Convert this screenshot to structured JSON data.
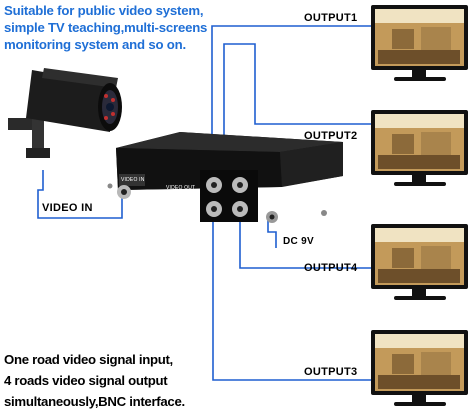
{
  "headline": {
    "lines": [
      "Suitable for public video system,",
      "simple TV teaching,multi-screens",
      "monitoring system and so on."
    ],
    "color": "#1f6fd6"
  },
  "caption": {
    "lines": [
      "One road video signal input,",
      "4 roads video signal output",
      "simultaneously,BNC interface."
    ]
  },
  "labels": {
    "video_in": "VIDEO IN",
    "dc": "DC 9V",
    "outputs": [
      "OUTPUT1",
      "OUTPUT2",
      "OUTPUT4",
      "OUTPUT3"
    ]
  },
  "panel_text": {
    "video_in": "VIDEO IN",
    "video_out": "VIDEO OUT",
    "dc": "DC 9V"
  },
  "colors": {
    "cable": "#1f5fd0",
    "device": "#1a1a1a",
    "monitor_frame": "#111111"
  }
}
